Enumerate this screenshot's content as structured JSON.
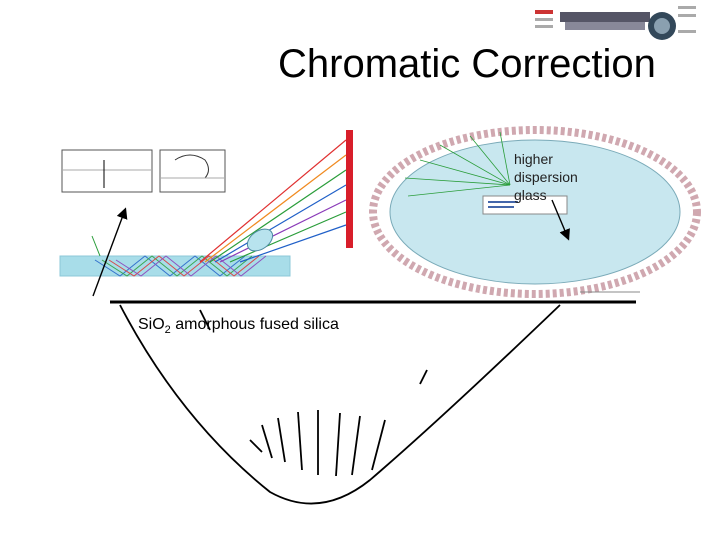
{
  "title": "Chromatic Correction",
  "silica_label": {
    "prefix": "SiO",
    "subscript": "2",
    "suffix": " amorphous fused silica"
  },
  "glass_label": {
    "line1": "higher",
    "line2": "dispersion",
    "line3": "glass"
  },
  "colors": {
    "glass_block": "#a8dde9",
    "vessel": "#c8e7ef",
    "mirror": "#d81e2a",
    "rays": [
      "#e03030",
      "#f08a20",
      "#2a9d3a",
      "#2060c8",
      "#8a3ab8"
    ]
  }
}
